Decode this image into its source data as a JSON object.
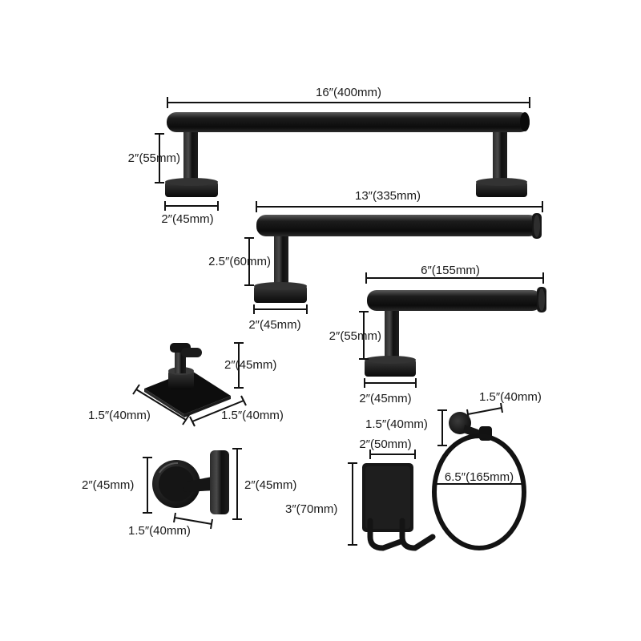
{
  "products": {
    "towel_bar_16": {
      "length": "16″(400mm)",
      "height": "2″(55mm)",
      "base": "2″(45mm)"
    },
    "towel_bar_13": {
      "length": "13″(335mm)",
      "height": "2.5″(60mm)",
      "base": "2″(45mm)"
    },
    "paper_holder": {
      "length": "6″(155mm)",
      "height": "2″(55mm)",
      "base": "2″(45mm)"
    },
    "adhesive_hook": {
      "height": "2″(45mm)",
      "width": "1.5″(40mm)",
      "depth": "1.5″(40mm)"
    },
    "robe_hook": {
      "base": "2″(45mm)",
      "height": "2″(45mm)",
      "depth": "1.5″(40mm)"
    },
    "double_hook": {
      "width": "2″(50mm)",
      "height": "3″(70mm)"
    },
    "towel_ring": {
      "depth": "1.5″(40mm)",
      "mount": "1.5″(40mm)",
      "diameter": "6.5″(165mm)"
    }
  },
  "colors": {
    "metal": "#141414",
    "highlight": "#555555",
    "line": "#111111"
  }
}
